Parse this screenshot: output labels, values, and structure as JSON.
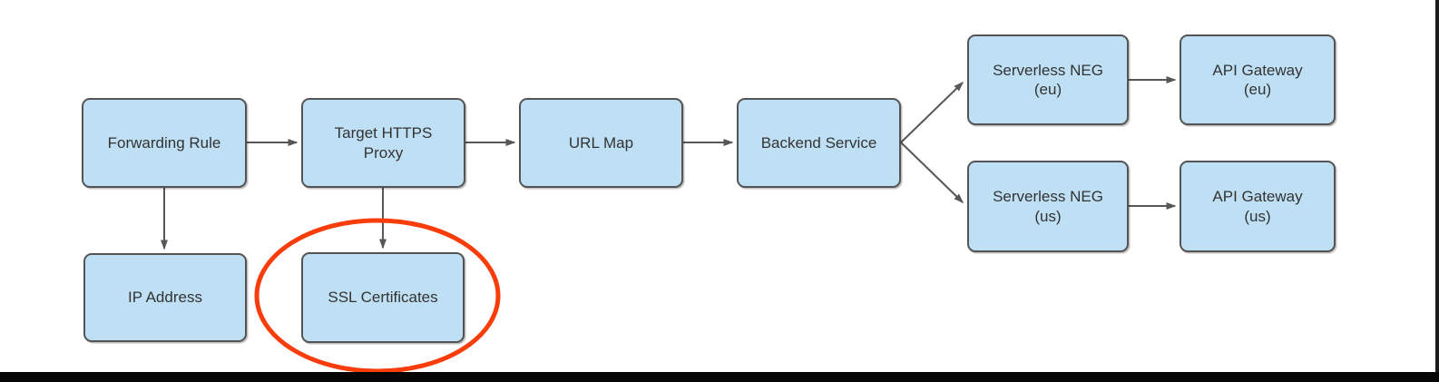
{
  "diagram": {
    "type": "flowchart",
    "nodes": [
      {
        "id": "forwarding-rule",
        "label": "Forwarding Rule"
      },
      {
        "id": "target-https-proxy",
        "label": "Target HTTPS\nProxy"
      },
      {
        "id": "url-map",
        "label": "URL Map"
      },
      {
        "id": "backend-service",
        "label": "Backend Service"
      },
      {
        "id": "serverless-neg-eu",
        "label": "Serverless NEG\n(eu)"
      },
      {
        "id": "api-gateway-eu",
        "label": "API Gateway\n(eu)"
      },
      {
        "id": "serverless-neg-us",
        "label": "Serverless NEG\n(us)"
      },
      {
        "id": "api-gateway-us",
        "label": "API Gateway\n(us)"
      },
      {
        "id": "ip-address",
        "label": "IP Address"
      },
      {
        "id": "ssl-certificates",
        "label": "SSL Certificates",
        "highlighted": true
      }
    ],
    "edges": [
      {
        "from": "forwarding-rule",
        "to": "target-https-proxy"
      },
      {
        "from": "forwarding-rule",
        "to": "ip-address"
      },
      {
        "from": "target-https-proxy",
        "to": "url-map"
      },
      {
        "from": "target-https-proxy",
        "to": "ssl-certificates"
      },
      {
        "from": "url-map",
        "to": "backend-service"
      },
      {
        "from": "backend-service",
        "to": "serverless-neg-eu"
      },
      {
        "from": "backend-service",
        "to": "serverless-neg-us"
      },
      {
        "from": "serverless-neg-eu",
        "to": "api-gateway-eu"
      },
      {
        "from": "serverless-neg-us",
        "to": "api-gateway-us"
      }
    ],
    "annotations": [
      {
        "id": "highlight-ellipse",
        "shape": "ellipse",
        "around": "ssl-certificates",
        "color": "#F83C0A"
      }
    ],
    "colors": {
      "node_fill": "#BFE0F4",
      "node_border": "#545454",
      "text": "#333333",
      "arrow": "#575757",
      "highlight": "#F83C0A"
    }
  }
}
